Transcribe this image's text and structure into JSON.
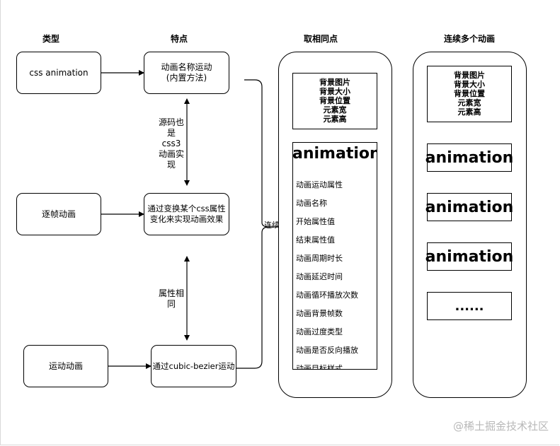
{
  "headers": {
    "type": "类型",
    "feature": "特点",
    "common": "取相同点",
    "multi": "连续多个动画"
  },
  "types": {
    "css_animation": "css animation",
    "frame_animation": "逐帧动画",
    "motion_animation": "运动动画"
  },
  "features": {
    "named": "动画名称运动\n(内置方法)",
    "transform": "通过变换某个css属性\n变化来实现动画效果",
    "bezier": "通过cubic-bezier运动"
  },
  "edge_labels": {
    "source": "源码也\n是css3\n动画实\n现",
    "same_props": "属性相\n同",
    "connect": "连续"
  },
  "background_props": [
    "背景图片",
    "背景大小",
    "背景位置",
    "元素宽",
    "元素高"
  ],
  "animation_title": "animation",
  "animation_props": [
    "动画运动属性",
    "动画名称",
    "开始属性值",
    "结束属性值",
    "动画周期时长",
    "动画延迟时间",
    "动画循环播放次数",
    "动画背景帧数",
    "动画过度类型",
    "动画是否反向播放",
    "动画目标样式"
  ],
  "multi_anim": [
    "animation",
    "animation",
    "animation"
  ],
  "ellipsis": "......",
  "watermark": "@稀土掘金技术社区"
}
